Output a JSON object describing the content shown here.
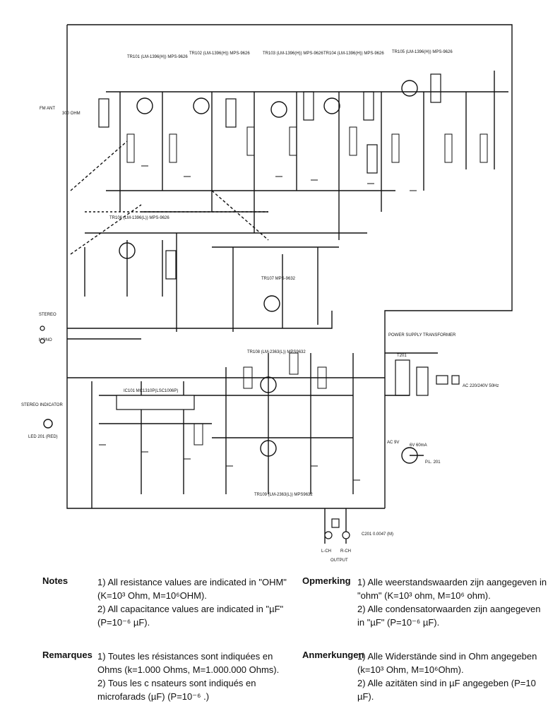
{
  "schematic": {
    "labels": {
      "fm_ant": "FM ANT",
      "ohm300": "300 OHM",
      "stereo": "STEREO",
      "mono": "MONO",
      "stereo_indicator": "STEREO INDICATOR",
      "led": "LED 201 (RED)",
      "power_supply": "POWER SUPPLY TRANSFORMER",
      "ac_input": "AC 220/240V 50Hz",
      "lamp": "6V 60mA",
      "pl201": "P.L. 201",
      "output": "OUTPUT",
      "lch": "L-CH",
      "rch": "R-CH",
      "c201": "C201 0.0047 (M)",
      "tr101": "TR101 (LM-1396(H)) MPS-9626",
      "tr102": "TR102 (LM-1396(H)) MPS-9626",
      "tr103": "TR103 (LM-1396(H)) MPS-9626",
      "tr104": "TR104 (LM-1396(H)) MPS-9626",
      "tr105": "TR105 (LM-1396(H)) MPS-9626",
      "tr106": "TR106 (LM-1396(L)) MPS-9626",
      "tr107": "TR107 MPS-9632",
      "tr108": "TR108 (LM-2363(L)) MPS9632",
      "tr109": "TR109 (LM-2363(L)) MPS9632",
      "ic101": "IC101 MC1310P(LSC1006P)",
      "ac9v": "AC 9V",
      "t201": "T201"
    }
  },
  "notes": [
    {
      "heading": "Notes",
      "item1": "1) All resistance values are indicated in \"OHM\" (K=10³ Ohm, M=10⁶OHM).",
      "item2": "2) All capacitance values are indicated in \"µF\" (P=10⁻⁶ µF)."
    },
    {
      "heading": "Opmerking",
      "item1": "1) Alle weerstandswaarden zijn aangegeven in \"ohm\" (K=10³ ohm, M=10⁶ ohm).",
      "item2": "2) Alle condensatorwaarden zijn aangegeven in \"µF\" (P=10⁻⁶ µF)."
    },
    {
      "heading": "Remarques",
      "item1": "1) Toutes les résistances sont indiquées en Ohms (k=1.000 Ohms, M=1.000.000 Ohms).",
      "item2": "2) Tous les c  nsateurs sont indiqués en microfarads (µF) (P=10⁻⁶  .)"
    },
    {
      "heading": "Anmerkungen",
      "item1": "1) Alle Widerstände sind in Ohm angegeben (k=10³ Ohm, M=10⁶Ohm).",
      "item2": "2) Alle   azitäten sind in µF angegeben (P=10    µF)."
    }
  ]
}
